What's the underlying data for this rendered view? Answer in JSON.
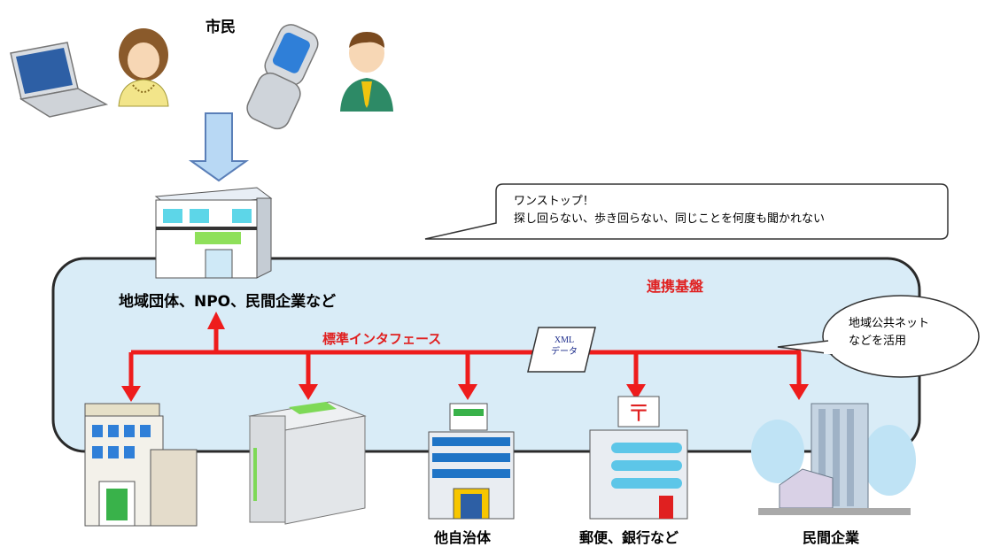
{
  "citizens_label": "市民",
  "platform_label": "連携基盤",
  "standard_interface_label": "標準インタフェース",
  "xml_label": [
    "XML",
    "データ"
  ],
  "hub_label": "地域団体、NPO、民間企業など",
  "onestop_callout": [
    "ワンストップ！",
    "探し回らない、歩き回らない、同じことを何度も聞かれない"
  ],
  "network_callout": [
    "地域公共ネット",
    "などを活用"
  ],
  "bottom_labels": {
    "other_municipality": "他自治体",
    "post_bank": "郵便、銀行など",
    "private_company": "民間企業"
  },
  "colors": {
    "arrow_red": "#ee1c1c",
    "platform_fill": "#d9ecf7",
    "down_arrow_fill": "#b8d8f4",
    "down_arrow_stroke": "#5a7fb8"
  }
}
